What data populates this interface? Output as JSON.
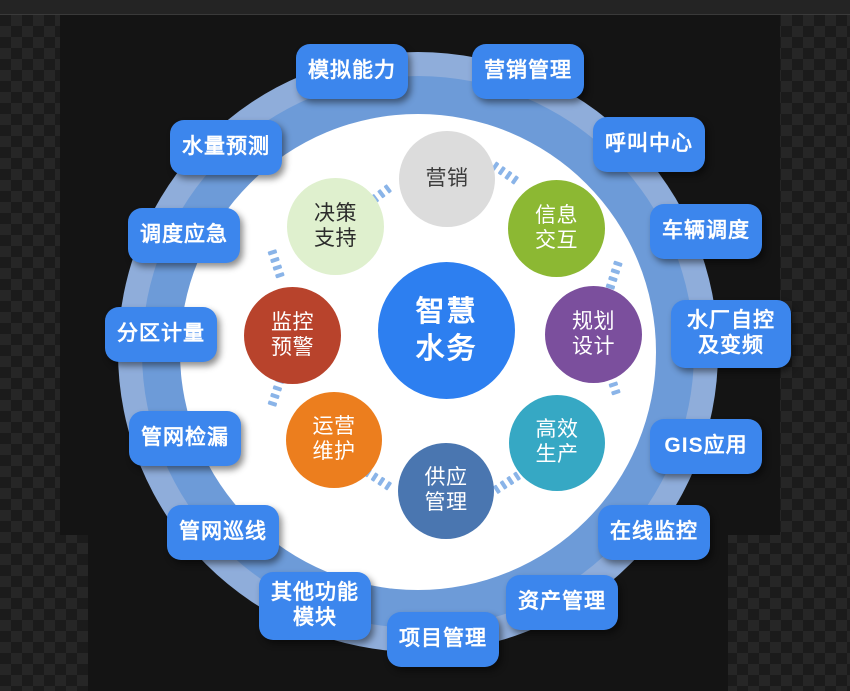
{
  "diagram": {
    "title": "智慧水务",
    "center": {
      "line1": "智慧",
      "line2": "水务"
    },
    "inner_nodes": [
      {
        "id": "marketing",
        "label": "营销",
        "lines": [
          "营销"
        ],
        "color": "#dcdcdc",
        "text_color": "#3c3c3c"
      },
      {
        "id": "decision-support",
        "label": "决策支持",
        "lines": [
          "决策",
          "支持"
        ],
        "color": "#dff0ce",
        "text_color": "#2b2b2b"
      },
      {
        "id": "info-exchange",
        "label": "信息交互",
        "lines": [
          "信息",
          "交互"
        ],
        "color": "#8cb833",
        "text_color": "#ffffff"
      },
      {
        "id": "monitor-alert",
        "label": "监控预警",
        "lines": [
          "监控",
          "预警"
        ],
        "color": "#b8432c",
        "text_color": "#ffffff"
      },
      {
        "id": "planning-design",
        "label": "规划设计",
        "lines": [
          "规划",
          "设计"
        ],
        "color": "#7b4f9d",
        "text_color": "#ffffff"
      },
      {
        "id": "ops-maintenance",
        "label": "运营维护",
        "lines": [
          "运营",
          "维护"
        ],
        "color": "#ec7e1e",
        "text_color": "#ffffff"
      },
      {
        "id": "efficient-prod",
        "label": "高效生产",
        "lines": [
          "高效",
          "生产"
        ],
        "color": "#36a8c4",
        "text_color": "#ffffff"
      },
      {
        "id": "supply-mgmt",
        "label": "供应管理",
        "lines": [
          "供应",
          "管理"
        ],
        "color": "#4a76b0",
        "text_color": "#ffffff"
      }
    ],
    "outer_pills": [
      {
        "id": "simulation-capability",
        "lines": [
          "模拟能力"
        ]
      },
      {
        "id": "marketing-management",
        "lines": [
          "营销管理"
        ]
      },
      {
        "id": "water-forecast",
        "lines": [
          "水量预测"
        ]
      },
      {
        "id": "call-center",
        "lines": [
          "呼叫中心"
        ]
      },
      {
        "id": "dispatch-emergency",
        "lines": [
          "调度应急"
        ]
      },
      {
        "id": "vehicle-dispatch",
        "lines": [
          "车辆调度"
        ]
      },
      {
        "id": "zone-metering",
        "lines": [
          "分区计量"
        ]
      },
      {
        "id": "plant-automation",
        "lines": [
          "水厂自控",
          "及变频"
        ]
      },
      {
        "id": "leak-detection",
        "lines": [
          "管网检漏"
        ]
      },
      {
        "id": "gis-application",
        "lines": [
          "GIS应用"
        ]
      },
      {
        "id": "pipeline-patrol",
        "lines": [
          "管网巡线"
        ]
      },
      {
        "id": "online-monitoring",
        "lines": [
          "在线监控"
        ]
      },
      {
        "id": "other-modules",
        "lines": [
          "其他功能",
          "模块"
        ]
      },
      {
        "id": "asset-management",
        "lines": [
          "资产管理"
        ]
      },
      {
        "id": "project-management",
        "lines": [
          "项目管理"
        ]
      }
    ],
    "colors": {
      "pill_bg": "#3c86ed",
      "pill_text": "#ffffff",
      "center_blue": "#2d7ff0",
      "ring_outer": "#8fadda",
      "ring_mid": "#6d9bd8",
      "disc_white": "#ffffff",
      "connector": "#8ab4e8",
      "background": "#141414"
    }
  }
}
